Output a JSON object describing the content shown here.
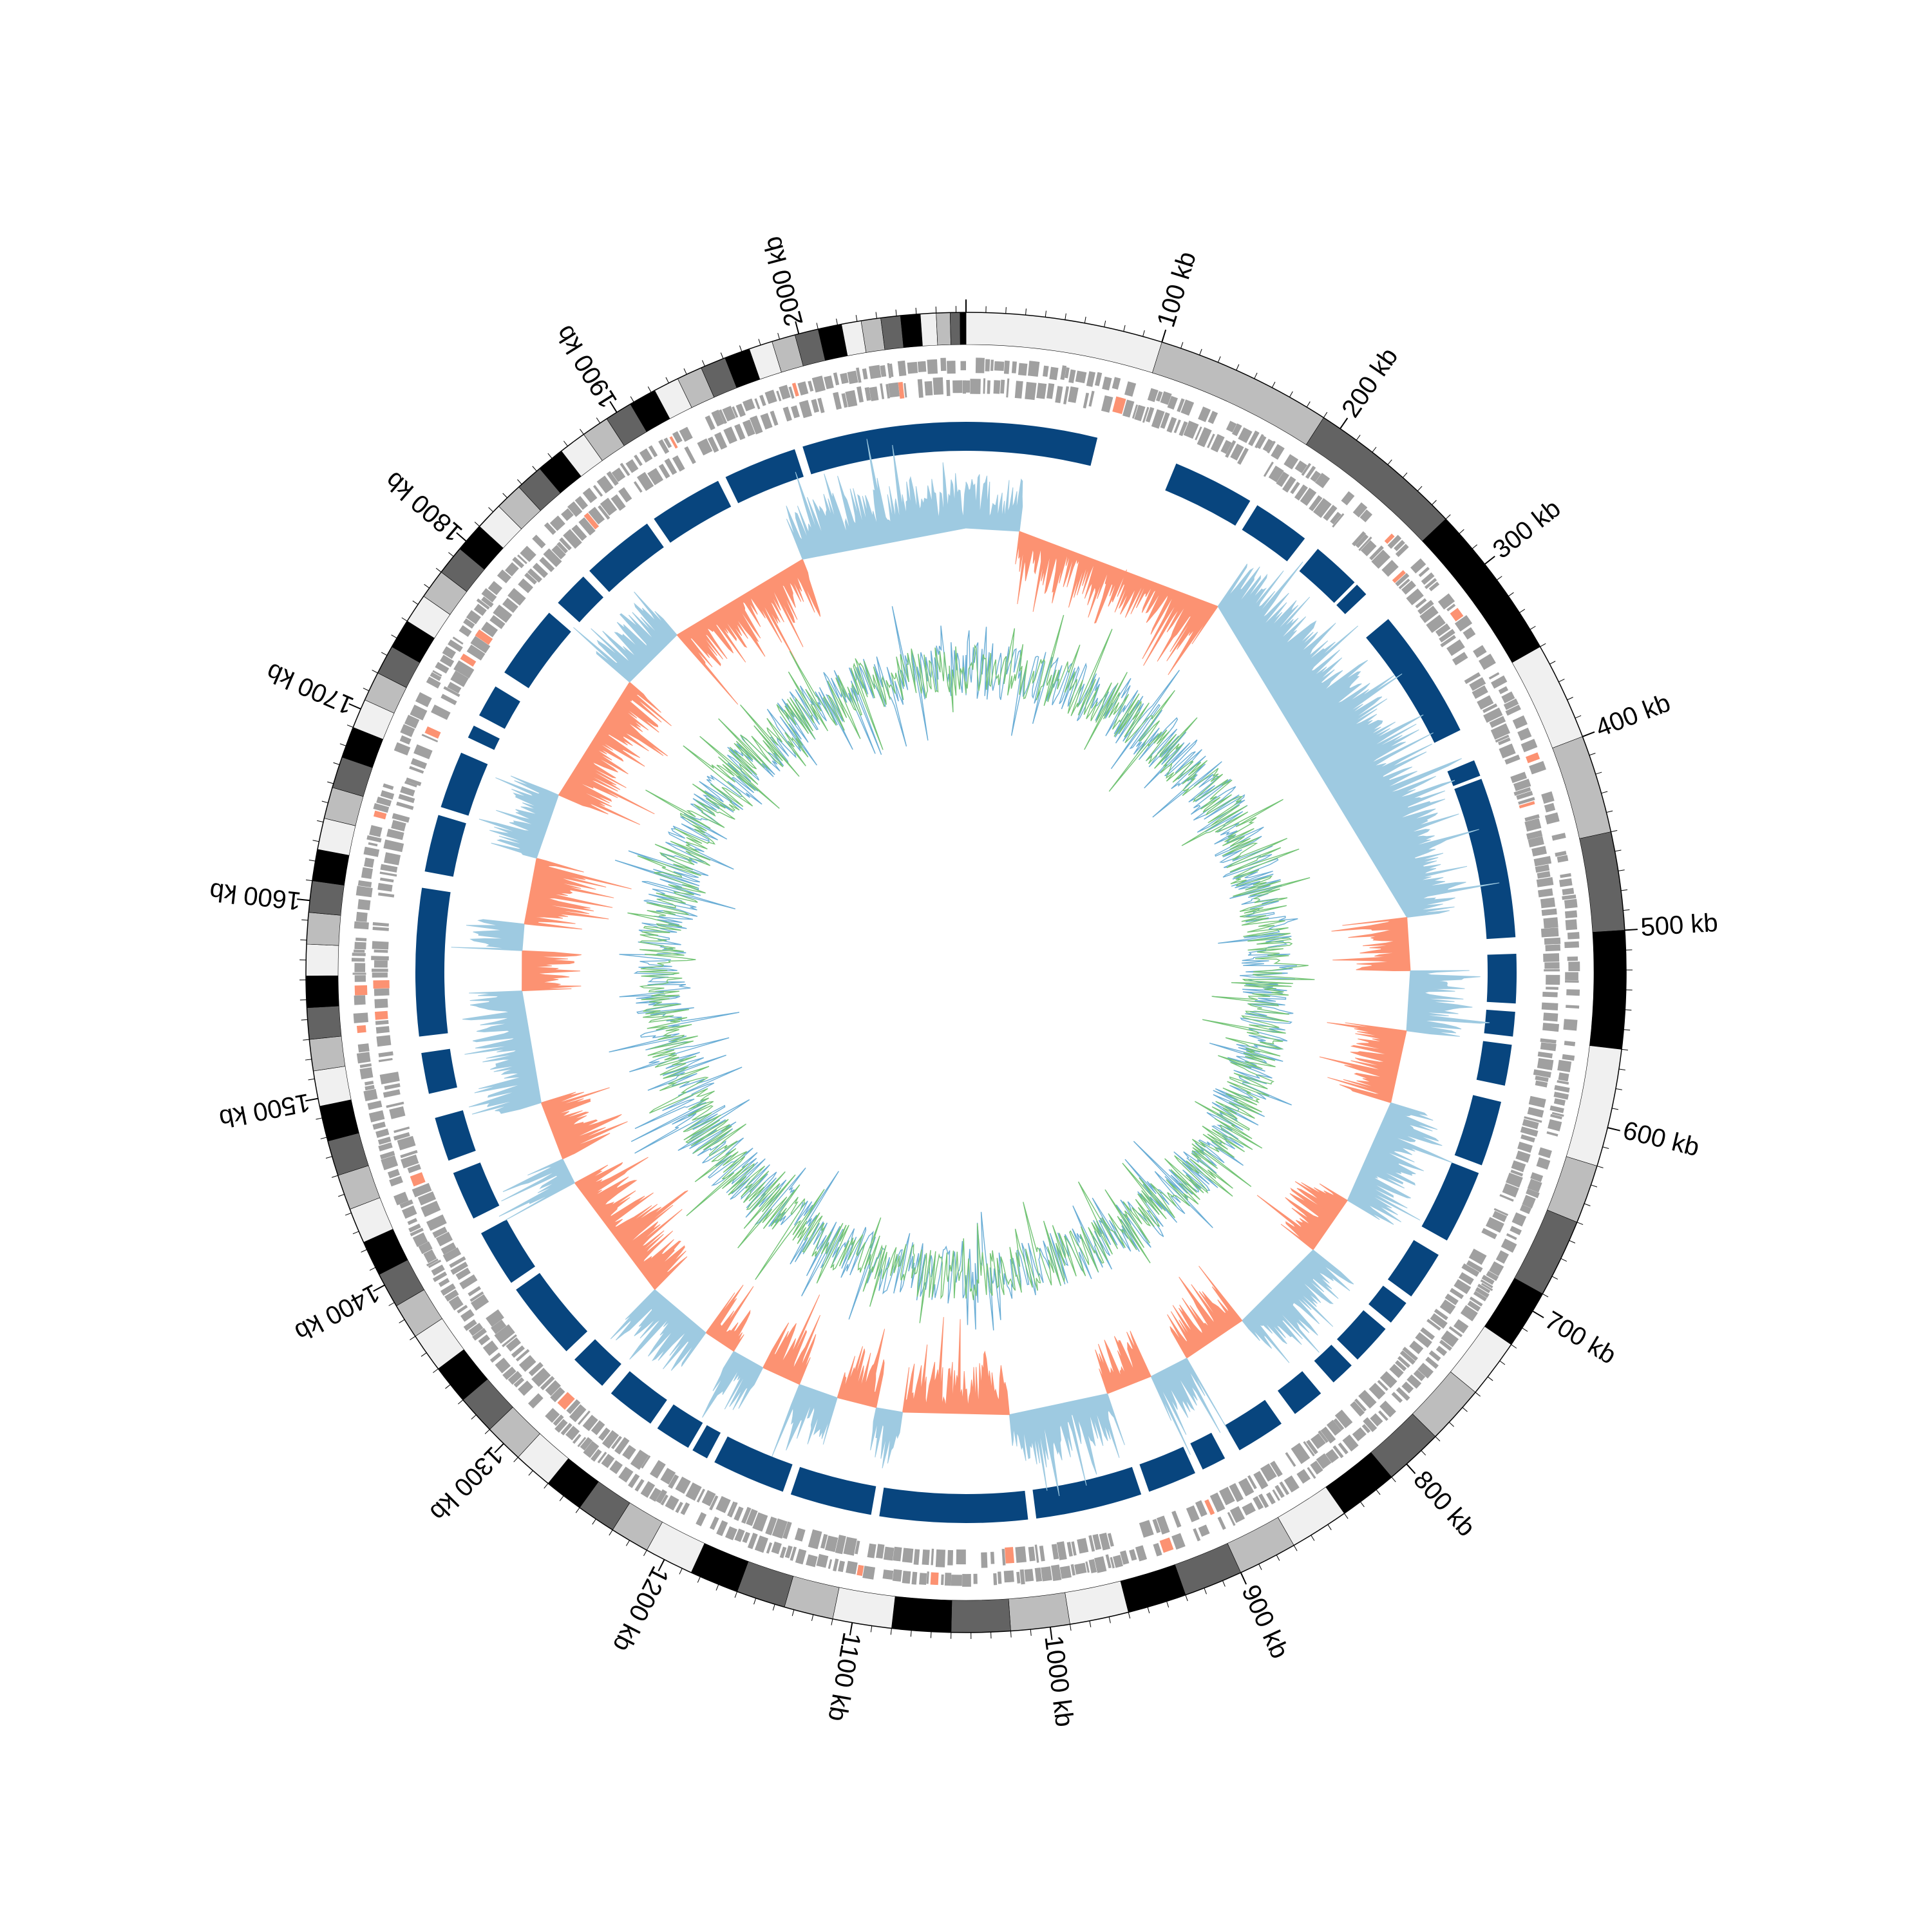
{
  "figure": {
    "type": "circular genome plot",
    "background": "#ffffff"
  },
  "axis": {
    "unit": "kb",
    "genome_length_kb": 2085,
    "major_tick_interval_kb": 100,
    "minor_tick_interval_kb": 10,
    "labels": [
      {
        "position_kb": 100,
        "text": "100 kb"
      },
      {
        "position_kb": 200,
        "text": "200 kb"
      },
      {
        "position_kb": 300,
        "text": "300 kb"
      },
      {
        "position_kb": 400,
        "text": "400 kb"
      },
      {
        "position_kb": 500,
        "text": "500 kb"
      },
      {
        "position_kb": 600,
        "text": "600 kb"
      },
      {
        "position_kb": 700,
        "text": "700 kb"
      },
      {
        "position_kb": 800,
        "text": "800 kb"
      },
      {
        "position_kb": 900,
        "text": "900 kb"
      },
      {
        "position_kb": 1000,
        "text": "1000 kb"
      },
      {
        "position_kb": 1100,
        "text": "1100 kb"
      },
      {
        "position_kb": 1200,
        "text": "1200 kb"
      },
      {
        "position_kb": 1300,
        "text": "1300 kb"
      },
      {
        "position_kb": 1400,
        "text": "1400 kb"
      },
      {
        "position_kb": 1500,
        "text": "1500 kb"
      },
      {
        "position_kb": 1600,
        "text": "1600 kb"
      },
      {
        "position_kb": 1700,
        "text": "1700 kb"
      },
      {
        "position_kb": 1800,
        "text": "1800 kb"
      },
      {
        "position_kb": 1900,
        "text": "1900 kb"
      },
      {
        "position_kb": 2000,
        "text": "2000 kb"
      }
    ]
  },
  "tracks": {
    "ideogram": {
      "colors": [
        "#f0f0f0",
        "#bdbdbd",
        "#636363",
        "#000000"
      ],
      "bands_kb": [
        [
          0,
          100,
          0
        ],
        [
          100,
          190,
          1
        ],
        [
          190,
          270,
          2
        ],
        [
          270,
          350,
          3
        ],
        [
          350,
          400,
          0
        ],
        [
          400,
          450,
          1
        ],
        [
          450,
          500,
          2
        ],
        [
          500,
          560,
          3
        ],
        [
          560,
          620,
          0
        ],
        [
          620,
          650,
          1
        ],
        [
          650,
          690,
          2
        ],
        [
          690,
          720,
          3
        ],
        [
          720,
          750,
          0
        ],
        [
          750,
          780,
          1
        ],
        [
          780,
          810,
          2
        ],
        [
          810,
          840,
          3
        ],
        [
          840,
          870,
          0
        ],
        [
          870,
          900,
          1
        ],
        [
          900,
          930,
          2
        ],
        [
          930,
          960,
          3
        ],
        [
          960,
          990,
          0
        ],
        [
          990,
          1020,
          1
        ],
        [
          1020,
          1050,
          2
        ],
        [
          1050,
          1080,
          3
        ],
        [
          1080,
          1110,
          0
        ],
        [
          1110,
          1135,
          1
        ],
        [
          1135,
          1160,
          2
        ],
        [
          1160,
          1185,
          3
        ],
        [
          1185,
          1210,
          0
        ],
        [
          1210,
          1230,
          1
        ],
        [
          1230,
          1250,
          2
        ],
        [
          1250,
          1270,
          3
        ],
        [
          1270,
          1290,
          0
        ],
        [
          1290,
          1310,
          1
        ],
        [
          1310,
          1330,
          2
        ],
        [
          1330,
          1350,
          3
        ],
        [
          1350,
          1370,
          0
        ],
        [
          1370,
          1388,
          1
        ],
        [
          1388,
          1406,
          2
        ],
        [
          1406,
          1424,
          3
        ],
        [
          1424,
          1442,
          0
        ],
        [
          1442,
          1460,
          1
        ],
        [
          1460,
          1478,
          2
        ],
        [
          1478,
          1496,
          3
        ],
        [
          1496,
          1514,
          0
        ],
        [
          1514,
          1530,
          1
        ],
        [
          1530,
          1546,
          2
        ],
        [
          1546,
          1562,
          3
        ],
        [
          1562,
          1578,
          0
        ],
        [
          1578,
          1594,
          1
        ],
        [
          1594,
          1610,
          2
        ],
        [
          1610,
          1626,
          3
        ],
        [
          1626,
          1642,
          0
        ],
        [
          1642,
          1658,
          1
        ],
        [
          1658,
          1674,
          2
        ],
        [
          1674,
          1690,
          3
        ],
        [
          1690,
          1705,
          0
        ],
        [
          1705,
          1720,
          1
        ],
        [
          1720,
          1735,
          2
        ],
        [
          1735,
          1750,
          3
        ],
        [
          1750,
          1765,
          0
        ],
        [
          1765,
          1780,
          1
        ],
        [
          1780,
          1795,
          2
        ],
        [
          1795,
          1810,
          3
        ],
        [
          1810,
          1824,
          0
        ],
        [
          1824,
          1838,
          1
        ],
        [
          1838,
          1852,
          2
        ],
        [
          1852,
          1866,
          3
        ],
        [
          1866,
          1880,
          0
        ],
        [
          1880,
          1894,
          1
        ],
        [
          1894,
          1908,
          2
        ],
        [
          1908,
          1922,
          3
        ],
        [
          1922,
          1935,
          0
        ],
        [
          1935,
          1948,
          1
        ],
        [
          1948,
          1961,
          2
        ],
        [
          1961,
          1974,
          3
        ],
        [
          1974,
          1986,
          0
        ],
        [
          1986,
          1998,
          1
        ],
        [
          1998,
          2010,
          2
        ],
        [
          2010,
          2022,
          3
        ],
        [
          2022,
          2032,
          0
        ],
        [
          2032,
          2042,
          1
        ],
        [
          2042,
          2052,
          2
        ],
        [
          2052,
          2062,
          3
        ],
        [
          2062,
          2070,
          0
        ],
        [
          2070,
          2077,
          1
        ],
        [
          2077,
          2082,
          2
        ],
        [
          2082,
          2085,
          3
        ]
      ]
    },
    "genes": {
      "color": "#a0a0a0",
      "accent_color": "#fc9272"
    },
    "blocks": {
      "color": "#08457e",
      "accent_color": "#2171b5",
      "segments_kb": [
        [
          1985,
          2085
        ],
        [
          0,
          80
        ],
        [
          130,
          180
        ],
        [
          185,
          220
        ],
        [
          230,
          260
        ],
        [
          262,
          270
        ],
        [
          290,
          370
        ],
        [
          390,
          400
        ],
        [
          402,
          500
        ],
        [
          510,
          540
        ],
        [
          545,
          560
        ],
        [
          565,
          590
        ],
        [
          600,
          640
        ],
        [
          645,
          690
        ],
        [
          700,
          730
        ],
        [
          735,
          750
        ],
        [
          755,
          780
        ],
        [
          785,
          800
        ],
        [
          810,
          830
        ],
        [
          840,
          870
        ],
        [
          880,
          895
        ],
        [
          900,
          930
        ],
        [
          935,
          1000
        ],
        [
          1005,
          1095
        ],
        [
          1100,
          1150
        ],
        [
          1155,
          1200
        ],
        [
          1205,
          1215
        ],
        [
          1218,
          1240
        ],
        [
          1245,
          1275
        ],
        [
          1282,
          1305
        ],
        [
          1312,
          1360
        ],
        [
          1365,
          1400
        ],
        [
          1410,
          1440
        ],
        [
          1448,
          1475
        ],
        [
          1490,
          1515
        ],
        [
          1525,
          1615
        ],
        [
          1625,
          1660
        ],
        [
          1665,
          1700
        ],
        [
          1710,
          1718
        ],
        [
          1725,
          1745
        ],
        [
          1755,
          1800
        ],
        [
          1808,
          1830
        ],
        [
          1835,
          1880
        ],
        [
          1885,
          1930
        ],
        [
          1935,
          1980
        ]
      ]
    },
    "skew": {
      "positive_color": "#9ecae1",
      "negative_color": "#fc9272",
      "regions_kb": [
        [
          0,
          40,
          1
        ],
        [
          40,
          200,
          -1
        ],
        [
          200,
          480,
          1
        ],
        [
          480,
          520,
          -1
        ],
        [
          520,
          565,
          1
        ],
        [
          565,
          620,
          -1
        ],
        [
          620,
          700,
          1
        ],
        [
          700,
          745,
          -1
        ],
        [
          745,
          820,
          1
        ],
        [
          820,
          870,
          -1
        ],
        [
          870,
          900,
          1
        ],
        [
          900,
          935,
          -1
        ],
        [
          935,
          1010,
          1
        ],
        [
          1010,
          1090,
          -1
        ],
        [
          1090,
          1110,
          1
        ],
        [
          1110,
          1140,
          -1
        ],
        [
          1140,
          1170,
          1
        ],
        [
          1170,
          1200,
          -1
        ],
        [
          1200,
          1225,
          1
        ],
        [
          1225,
          1250,
          -1
        ],
        [
          1250,
          1300,
          1
        ],
        [
          1300,
          1400,
          -1
        ],
        [
          1400,
          1420,
          1
        ],
        [
          1420,
          1465,
          -1
        ],
        [
          1465,
          1550,
          1
        ],
        [
          1550,
          1580,
          -1
        ],
        [
          1580,
          1600,
          1
        ],
        [
          1600,
          1650,
          -1
        ],
        [
          1650,
          1700,
          1
        ],
        [
          1700,
          1800,
          -1
        ],
        [
          1800,
          1850,
          1
        ],
        [
          1850,
          1960,
          -1
        ],
        [
          1960,
          2085,
          1
        ]
      ]
    },
    "gc_content": {
      "primary_color": "#74c476",
      "secondary_color": "#6baed6"
    }
  }
}
